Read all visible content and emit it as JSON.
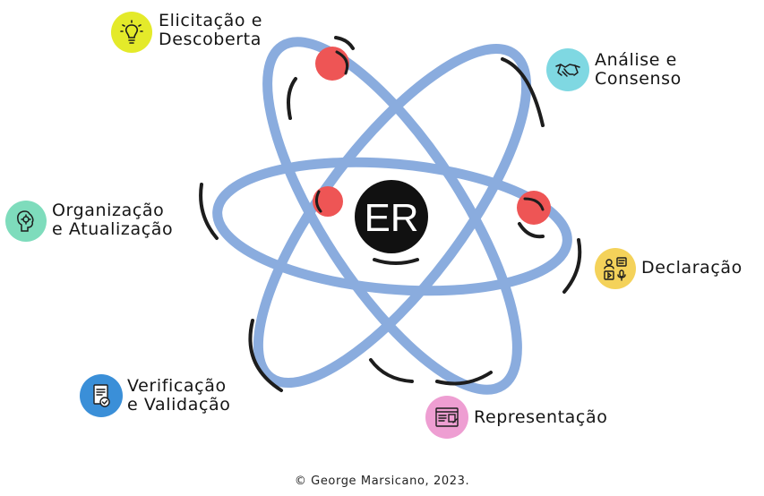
{
  "center": {
    "text": "ER"
  },
  "stages": {
    "elicitacao": {
      "line1": "Elicitação e",
      "line2": "Descoberta",
      "icon": "lightbulb-icon",
      "color": "#e4ea2a"
    },
    "analise": {
      "line1": "Análise e",
      "line2": "Consenso",
      "icon": "handshake-icon",
      "color": "#7fd8e2"
    },
    "organizacao": {
      "line1": "Organização",
      "line2": "e Atualização",
      "icon": "brain-gear-icon",
      "color": "#7edcbc"
    },
    "declaracao": {
      "line1": "Declaração",
      "icon": "speech-media-icon",
      "color": "#f4d25a"
    },
    "verificacao": {
      "line1": "Verificação",
      "line2": "e Validação",
      "icon": "document-check-icon",
      "color": "#3a8fd8"
    },
    "representacao": {
      "line1": "Representação",
      "icon": "browser-window-icon",
      "color": "#ee9ed2"
    }
  },
  "footer": {
    "text": "George Marsicano, 2023.",
    "symbol": "©"
  },
  "colors": {
    "orbit": "#8aacde",
    "electron": "#ee5555",
    "nucleus": "#111111",
    "stroke": "#1d1d1d"
  }
}
